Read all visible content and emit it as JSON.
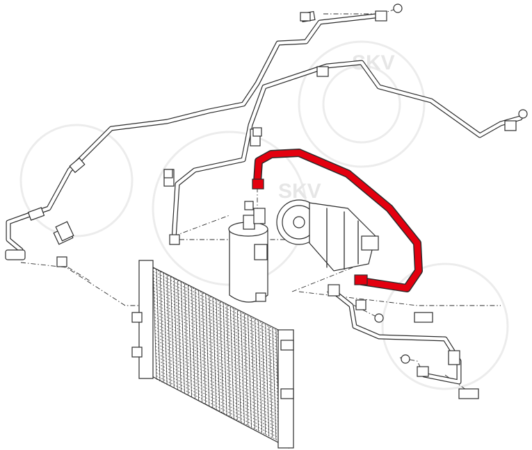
{
  "diagram": {
    "watermark_text": "SKV",
    "highlight_color": "#e3000f",
    "line_color": "#2b2b2b",
    "background": "#ffffff",
    "parts": [
      {
        "name": "upper-refrigerant-pipe"
      },
      {
        "name": "lower-refrigerant-pipe"
      },
      {
        "name": "highlighted-high-pressure-hose"
      },
      {
        "name": "ac-compressor"
      },
      {
        "name": "receiver-drier"
      },
      {
        "name": "condenser"
      },
      {
        "name": "pressure-sensor"
      },
      {
        "name": "suction-hose"
      }
    ]
  }
}
